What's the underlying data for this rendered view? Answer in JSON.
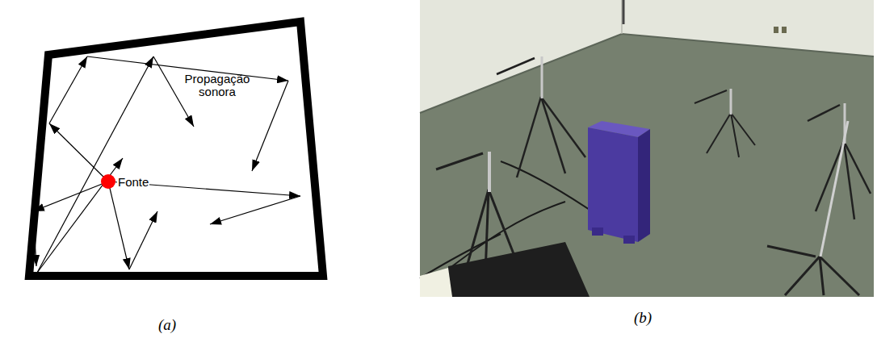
{
  "diagram": {
    "nodes": [
      {
        "text": [
          "Fonte"
        ]
      }
    ],
    "labels": [
      "Propagação sonora",
      "(a)",
      "(b)"
    ]
  }
}
